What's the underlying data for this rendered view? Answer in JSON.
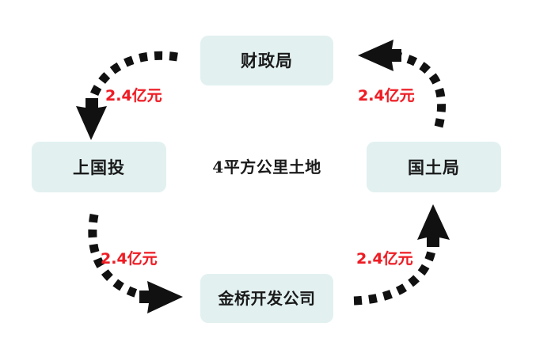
{
  "diagram": {
    "type": "cycle-flow",
    "background_color": "#ffffff",
    "box_fill_color": "#e2f0f0",
    "flow_label_color": "#ee1c24",
    "arrow_color": "#111111",
    "nodes": [
      {
        "id": "caizhengju",
        "label": "财政局",
        "position": "top-center"
      },
      {
        "id": "shangguotou",
        "label": "上国投",
        "position": "middle-left"
      },
      {
        "id": "tudi",
        "label": "4平方公里土地",
        "position": "center"
      },
      {
        "id": "guotuju",
        "label": "国土局",
        "position": "middle-right"
      },
      {
        "id": "jinqiao",
        "label": "金桥开发公司",
        "position": "bottom-center"
      }
    ],
    "flows": [
      {
        "id": "tl",
        "label": "2.4亿元",
        "from": "财政局",
        "to": "上国投",
        "direction": "down-left"
      },
      {
        "id": "tr",
        "label": "2.4亿元",
        "from": "国土局",
        "to": "财政局",
        "direction": "up-left"
      },
      {
        "id": "bl",
        "label": "2.4亿元",
        "from": "上国投",
        "to": "金桥开发公司",
        "direction": "down-right"
      },
      {
        "id": "br",
        "label": "2.4亿元",
        "from": "金桥开发公司",
        "to": "国土局",
        "direction": "up-right"
      }
    ]
  }
}
